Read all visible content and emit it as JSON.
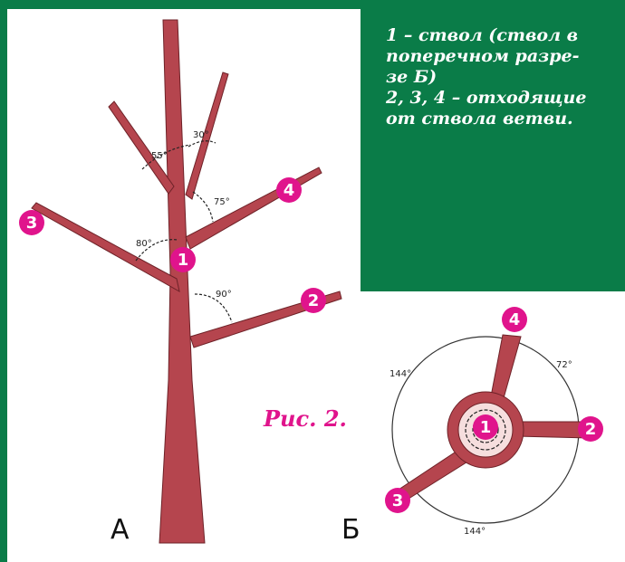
{
  "caption": {
    "line1": "1 – ствол (ствол в",
    "line2": "поперечном разре-",
    "line3": "зе Б)",
    "line4": "2, 3, 4 – отходящие",
    "line5": "от ствола ветви."
  },
  "figure_label": "Рис. 2.",
  "panel_a_label": "А",
  "panel_b_label": "Б",
  "tree_badges": [
    "1",
    "2",
    "3",
    "4"
  ],
  "section_badges": [
    "1",
    "2",
    "3",
    "4"
  ],
  "angles_tree": [
    "55°",
    "30°",
    "75°",
    "80°",
    "90°"
  ],
  "angles_section": [
    "72°",
    "144°",
    "144°"
  ],
  "colors": {
    "green": "#0a7c48",
    "magenta": "#e0148c",
    "wood": "#b5454e"
  }
}
